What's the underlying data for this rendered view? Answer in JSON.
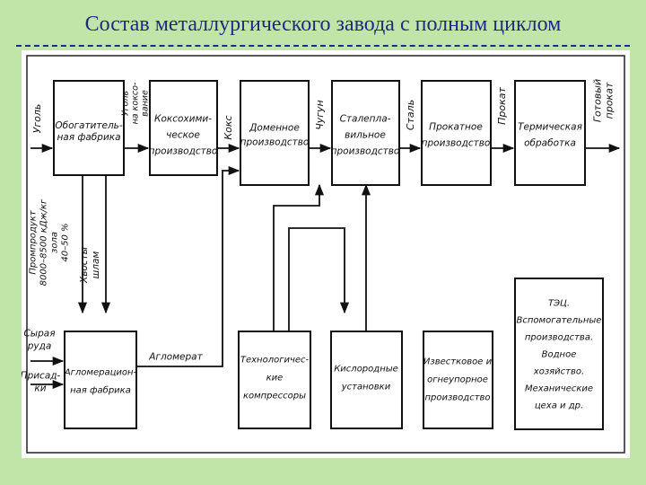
{
  "title": "Состав металлургического завода с полным циклом",
  "boxes": {
    "beneficiation": [
      "Обогатитель-",
      "ная фабрика"
    ],
    "coke_chemical": [
      "Коксохими-",
      "ческое",
      "производство"
    ],
    "blast_furnace": [
      "Доменное",
      "производство"
    ],
    "steelmaking": [
      "Сталепла-",
      "вильное",
      "производство"
    ],
    "rolling": [
      "Прокатное",
      "производство"
    ],
    "heat_treatment": [
      "Термическая",
      "обработка"
    ],
    "agglomeration": [
      "Агломерацион-",
      "ная фабрика"
    ],
    "compressors": [
      "Технологичес-",
      "кие",
      "компрессоры"
    ],
    "oxygen": [
      "Кислородные",
      "установки"
    ],
    "lime": [
      "Известковое и",
      "огнеупорное",
      "производство"
    ],
    "auxiliary": [
      "ТЭЦ.",
      "Вспомогательные",
      "производства.",
      "Водное",
      "хозяйство.",
      "Механические",
      "цеха и др."
    ]
  },
  "flow_labels": {
    "coal": "Уголь",
    "coking_coal": [
      "Уголь",
      "на коксо-",
      "вание"
    ],
    "coke": "Кокс",
    "pig_iron": "Чугун",
    "steel": "Сталь",
    "rolled": "Прокат",
    "finished_rolled": [
      "Готовый",
      "прокат"
    ],
    "middlings": [
      "Промпродукт",
      "8000–8500 кДж/кг",
      "зола",
      "40–50 %"
    ],
    "tailings": [
      "Хвосты",
      "шлам"
    ],
    "raw_ore": [
      "Сырая",
      "руда"
    ],
    "additives": [
      "Присад-",
      "ки"
    ],
    "agglomerate": "Агломерат"
  },
  "colors": {
    "background": "#bfe6a8",
    "title": "#1f2a86",
    "button": "#2f6fd6"
  },
  "icons": {
    "next": "arrow-right-icon"
  }
}
